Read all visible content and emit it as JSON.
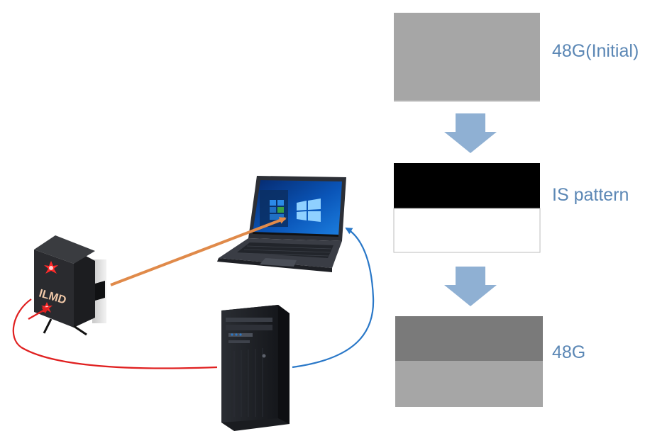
{
  "steps": [
    {
      "label": "48G(Initial)"
    },
    {
      "label": "IS pattern"
    },
    {
      "label": "48G"
    }
  ],
  "devices": {
    "meter_label": "ILMD"
  },
  "colors": {
    "label_text": "#5b87b5",
    "arrow_fill": "#8fb0d3",
    "gray_48": "#a6a6a6",
    "gray_dark": "#7a7a7a",
    "data_link": "#e08a4a",
    "usb_link_red": "#e02020",
    "usb_link_blue": "#2a78c8"
  },
  "icons": [
    "luminance-meter-icon",
    "laptop-icon",
    "desktop-tower-icon",
    "down-arrow-icon"
  ]
}
